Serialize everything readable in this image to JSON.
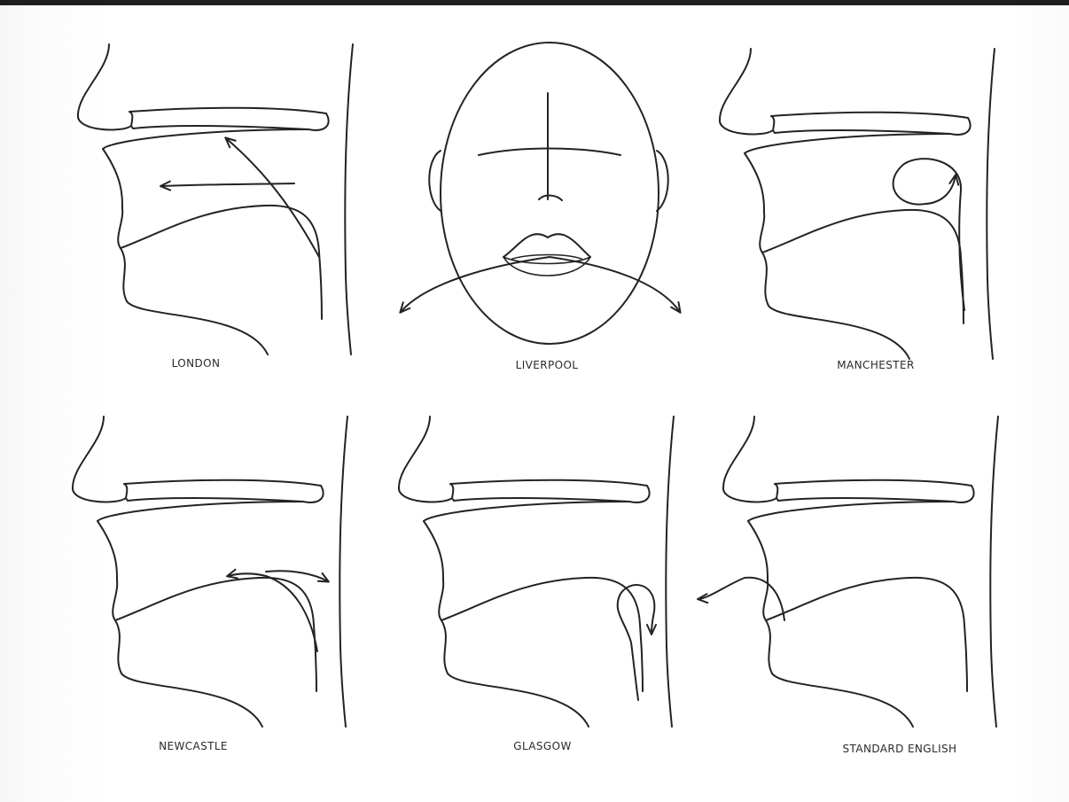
{
  "colors": {
    "ink": "#232323",
    "paper": "#ffffff",
    "top_rule": "#1e1e1e"
  },
  "panels": [
    {
      "id": "london",
      "label": "LONDON"
    },
    {
      "id": "liverpool",
      "label": "LIVERPOOL"
    },
    {
      "id": "manchester",
      "label": "MANCHESTER"
    },
    {
      "id": "newcastle",
      "label": "NEWCASTLE"
    },
    {
      "id": "glasgow",
      "label": "GLASGOW"
    },
    {
      "id": "standard-english",
      "label": "STANDARD ENGLISH"
    }
  ]
}
